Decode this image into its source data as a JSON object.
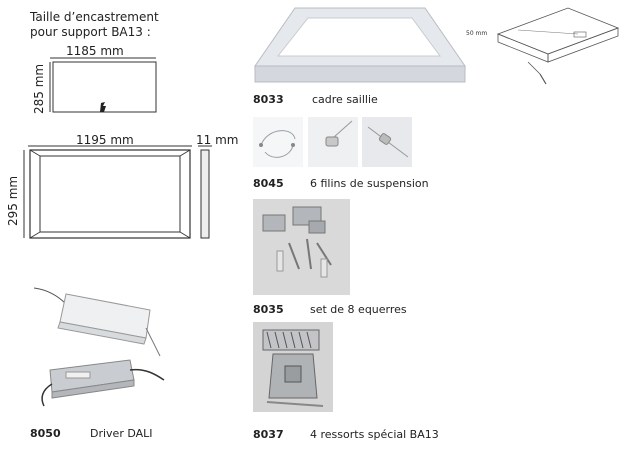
{
  "intro": {
    "line1": "Taille d’encastrement",
    "line2": "pour support  BA13 :"
  },
  "cutout": {
    "width_label": "1185 mm",
    "height_label": "285 mm"
  },
  "panel": {
    "width_label": "1195 mm",
    "height_label": "295 mm",
    "depth_label": "11 mm"
  },
  "frame_drawing": {
    "dimension_label": "50 mm"
  },
  "products": [
    {
      "code": "8033",
      "label": "cadre saillie"
    },
    {
      "code": "8045",
      "label": "6 filins de suspension"
    },
    {
      "code": "8035",
      "label": "set de 8 equerres"
    },
    {
      "code": "8037",
      "label": "4 ressorts spécial BA13"
    },
    {
      "code": "8050",
      "label": "Driver DALI"
    }
  ]
}
